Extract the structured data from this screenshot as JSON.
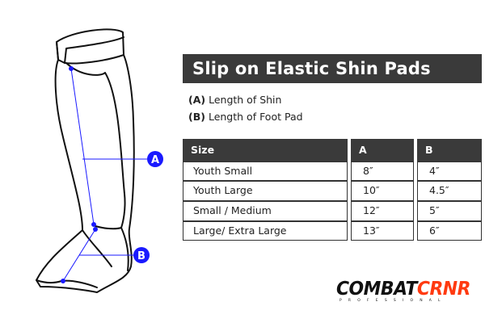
{
  "title": "Slip on Elastic Shin Pads",
  "legend": [
    {
      "key": "(A)",
      "text": "Length of Shin"
    },
    {
      "key": "(B)",
      "text": "Length of Foot Pad"
    }
  ],
  "markers": {
    "a": "A",
    "b": "B",
    "color": "#1a1aff"
  },
  "table": {
    "headers": [
      "Size",
      "A",
      "B"
    ],
    "rows": [
      [
        "Youth Small",
        "8″",
        "4″"
      ],
      [
        "Youth Large",
        "10″",
        "4.5″"
      ],
      [
        "Small / Medium",
        "12″",
        "5″"
      ],
      [
        "Large/ Extra Large",
        "13″",
        "6″"
      ]
    ]
  },
  "logo": {
    "part1": "COMBAT",
    "part2": "CRNR",
    "tagline": "PROFESSIONAL",
    "accent": "#ff3a10"
  }
}
